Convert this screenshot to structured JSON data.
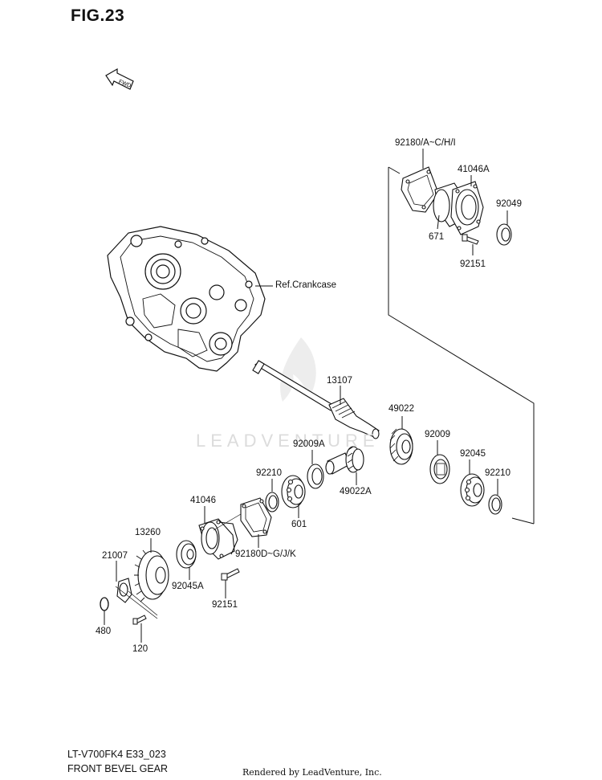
{
  "figure": {
    "title": "FIG.23",
    "fwd_label": "FWD",
    "watermark": "LEADVENTURE",
    "model_code": "LT-V700FK4 E33_023",
    "caption": "FRONT BEVEL GEAR",
    "rendered_by": "Rendered by LeadVenture, Inc."
  },
  "labels": {
    "p92180ac": "92180/A~C/H/I",
    "p41046a": "41046A",
    "p92049": "92049",
    "p671": "671",
    "p92151_top": "92151",
    "ref_crankcase": "Ref.Crankcase",
    "p13107": "13107",
    "p49022": "49022",
    "p92009a": "92009A",
    "p92009": "92009",
    "p92210_left": "92210",
    "p49022a": "49022A",
    "p92045": "92045",
    "p92210_right": "92210",
    "p41046": "41046",
    "p601": "601",
    "p13260": "13260",
    "p92180dg": "92180D~G/J/K",
    "p21007": "21007",
    "p92045a": "92045A",
    "p92151_bottom": "92151",
    "p480": "480",
    "p120": "120"
  }
}
